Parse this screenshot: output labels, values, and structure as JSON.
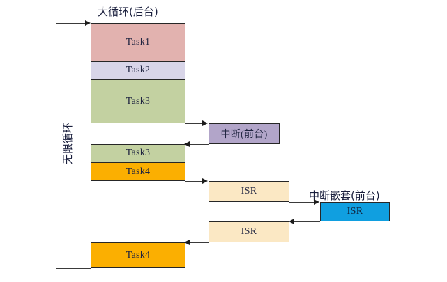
{
  "diagram": {
    "title_main_loop": "大循环(后台)",
    "label_infinite_loop": "无限循环",
    "label_interrupt": "中断(前台)",
    "label_nested_interrupt": "中断嵌套(前台)",
    "caption": "",
    "colors": {
      "task1": "#e2b2af",
      "task2": "#d8d5e8",
      "task3": "#c3d1a1",
      "task4": "#fbaf01",
      "interrupt": "#b2a5c9",
      "isr": "#fbe8c4",
      "isr_nested": "#109fe0",
      "stroke": "#262626"
    },
    "background_column": {
      "name": "大循环(后台)",
      "blocks": [
        {
          "label": "Task1",
          "fill": "task1"
        },
        {
          "label": "Task2",
          "fill": "task2"
        },
        {
          "label": "Task3",
          "fill": "task3"
        },
        {
          "label": "Task3",
          "fill": "task3"
        },
        {
          "label": "Task4",
          "fill": "task4"
        },
        {
          "label": "Task4",
          "fill": "task4"
        }
      ]
    },
    "foreground_column": {
      "name": "中断(前台)",
      "blocks": [
        {
          "label": "中断(前台)",
          "fill": "interrupt"
        },
        {
          "label": "ISR",
          "fill": "isr"
        },
        {
          "label": "ISR",
          "fill": "isr"
        }
      ]
    },
    "nested_column": {
      "name": "中断嵌套(前台)",
      "blocks": [
        {
          "label": "ISR",
          "fill": "isr_nested"
        }
      ]
    }
  }
}
